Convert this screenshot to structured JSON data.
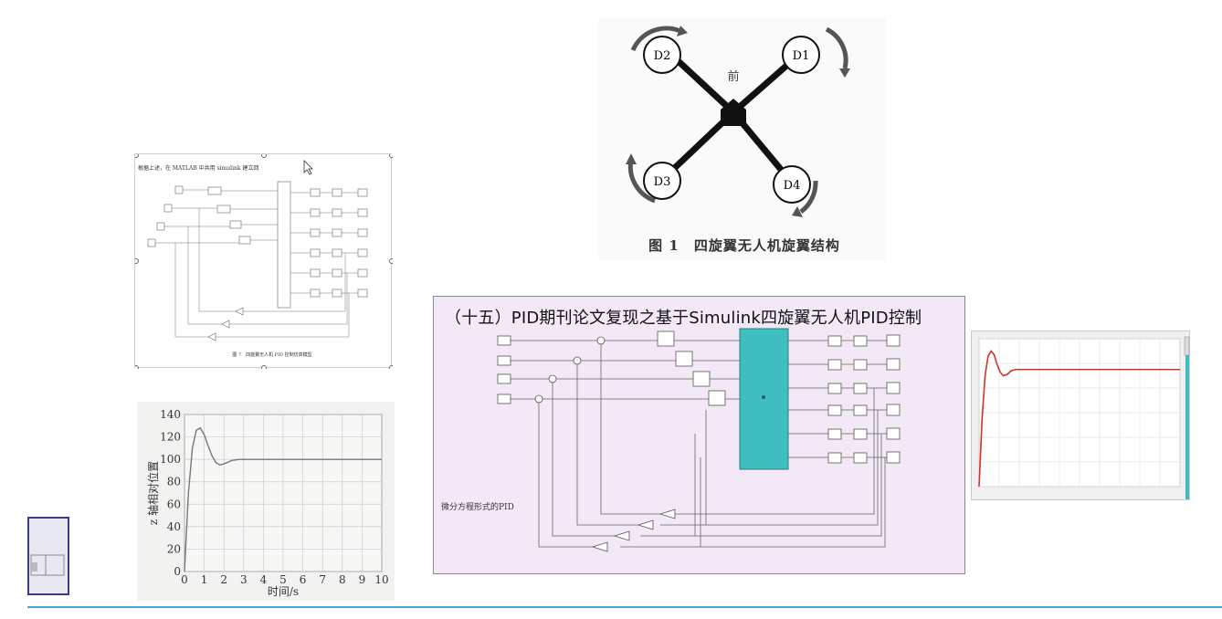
{
  "quadrotor": {
    "caption": "图 1　四旋翼无人机旋翼结构",
    "front_label": "前",
    "rotors": [
      "D1",
      "D2",
      "D3",
      "D4"
    ]
  },
  "model_doc": {
    "title": "根据上述，在 MATLAB 中共用 simulink 建立回",
    "caption": "图 7　四旋翼无人机 PID 控制仿真模型"
  },
  "z_plot": {
    "ylabel": "z 轴相对位置",
    "xlabel": "时间/s",
    "y_ticks": [
      "140",
      "120",
      "100",
      "80",
      "60",
      "40",
      "20",
      "0"
    ],
    "x_ticks": [
      "0",
      "1",
      "2",
      "3",
      "4",
      "5",
      "6",
      "7",
      "8",
      "9",
      "10"
    ]
  },
  "center_panel": {
    "title": "（十五）PID期刊论文复现之基于Simulink四旋翼无人机PID控制",
    "note": "微分方程形式的PID"
  },
  "colors": {
    "subsystem": "#3fbfbf",
    "scope_line": "#d0342c",
    "accent_rule": "#4aa3d8"
  },
  "chart_data": [
    {
      "type": "line",
      "title": "",
      "xlabel": "时间/s",
      "ylabel": "z 轴相对位置",
      "xlim": [
        0,
        10
      ],
      "ylim": [
        0,
        140
      ],
      "grid": true,
      "x": [
        0,
        0.2,
        0.4,
        0.6,
        0.8,
        1.0,
        1.2,
        1.4,
        1.6,
        1.8,
        2.0,
        2.4,
        2.8,
        3.2,
        4,
        6,
        8,
        10
      ],
      "series": [
        {
          "values": [
            0,
            70,
            110,
            126,
            128,
            122,
            112,
            103,
            97,
            95,
            96,
            99,
            100,
            100,
            100,
            100,
            100,
            100
          ]
        }
      ]
    },
    {
      "type": "line",
      "title": "",
      "xlim": [
        0,
        10
      ],
      "ylim": [
        0,
        1.2
      ],
      "grid": true,
      "x": [
        0,
        0.15,
        0.3,
        0.45,
        0.6,
        0.75,
        0.9,
        1.05,
        1.2,
        1.4,
        1.6,
        1.8,
        2.0,
        2.5,
        3,
        5,
        7,
        10
      ],
      "series": [
        {
          "values": [
            0,
            0.55,
            0.9,
            1.06,
            1.1,
            1.07,
            0.99,
            0.93,
            0.9,
            0.91,
            0.94,
            0.95,
            0.95,
            0.95,
            0.95,
            0.95,
            0.95,
            0.95
          ]
        }
      ]
    }
  ]
}
